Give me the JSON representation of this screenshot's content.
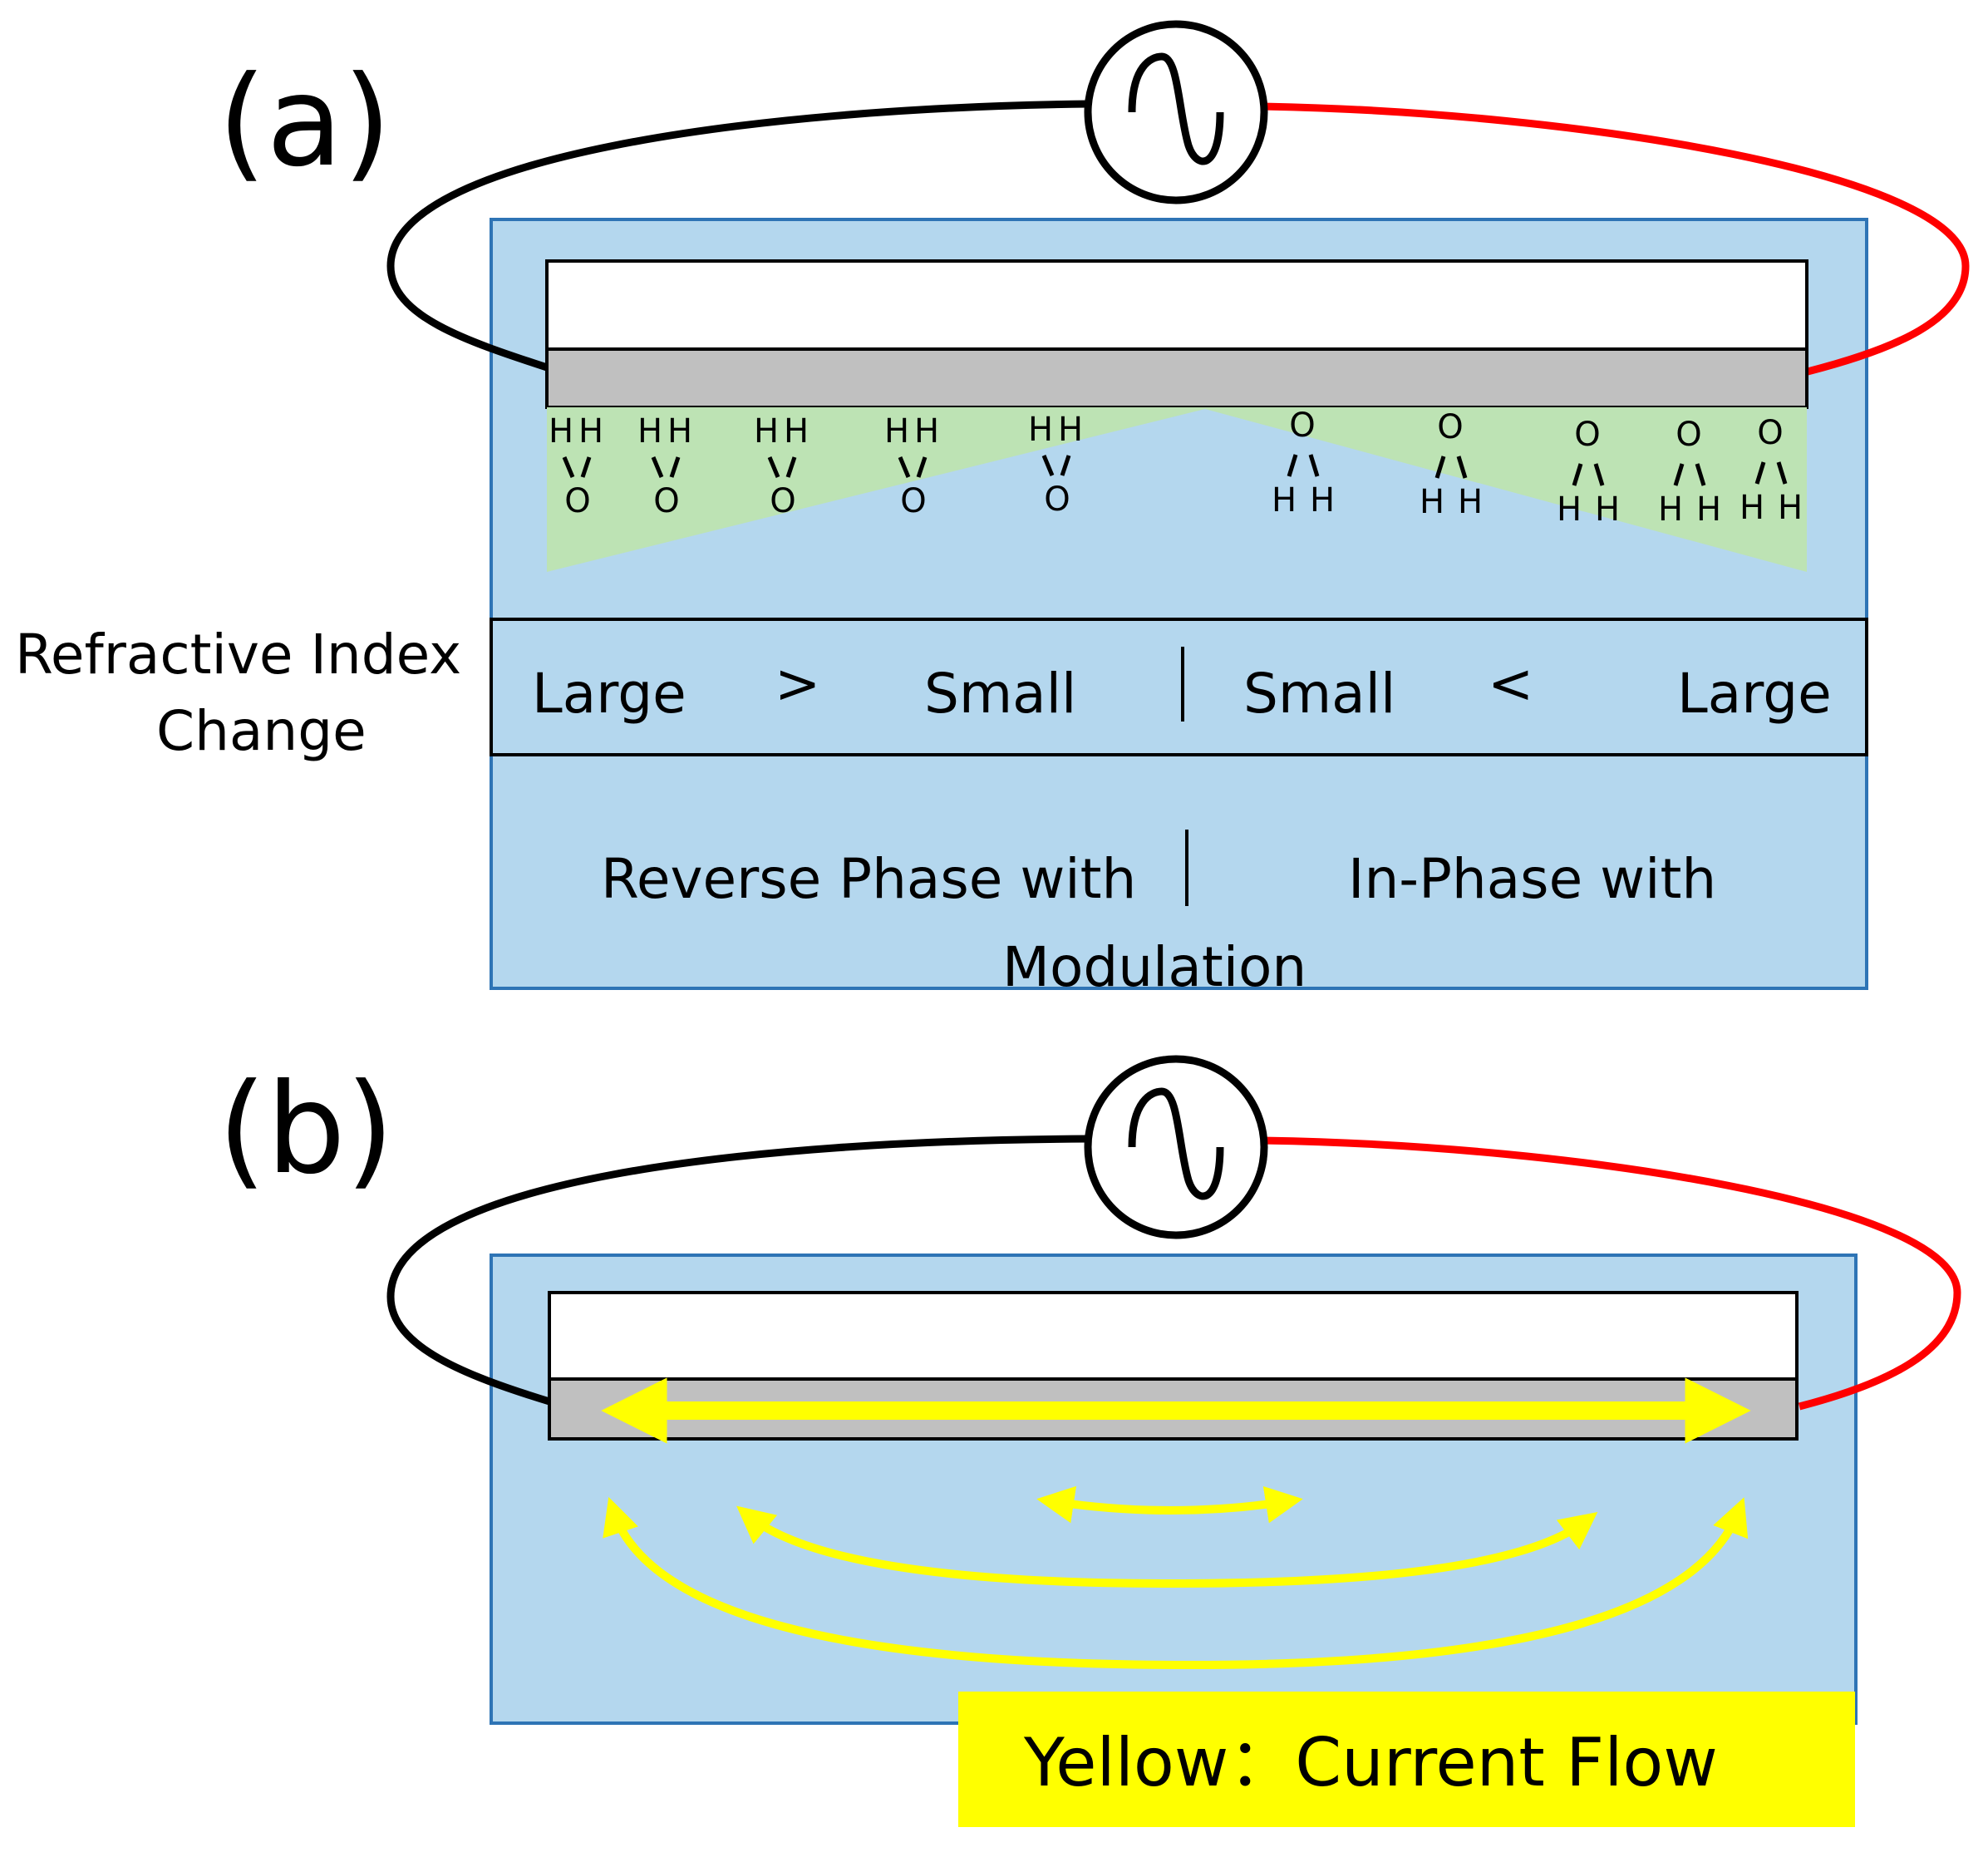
{
  "panel_a": {
    "label": "(a)",
    "refractive_label_line1": "Refractive Index",
    "refractive_label_line2": "Change",
    "index_left_large": "Large",
    "index_gt": ">",
    "index_left_small": "Small",
    "index_right_small": "Small",
    "index_lt": "<",
    "index_right_large": "Large",
    "phase_reverse": "Reverse Phase with",
    "phase_in": "In-Phase with",
    "phase_modulation": "Modulation",
    "atom_h": "H",
    "atom_o": "O"
  },
  "panel_b": {
    "label": "(b)",
    "legend": "Yellow：Current Flow"
  },
  "colors": {
    "medium_fill": "#b4d7ee",
    "medium_border": "#2e74b5",
    "electrode_fill": "#c0c0c0",
    "water_layer_fill": "#bde3b4",
    "wire_left": "#000000",
    "wire_right": "#ff0000",
    "current": "#ffff00"
  },
  "icons": [
    "ac-source-icon",
    "bidirectional-arrow-icon"
  ]
}
